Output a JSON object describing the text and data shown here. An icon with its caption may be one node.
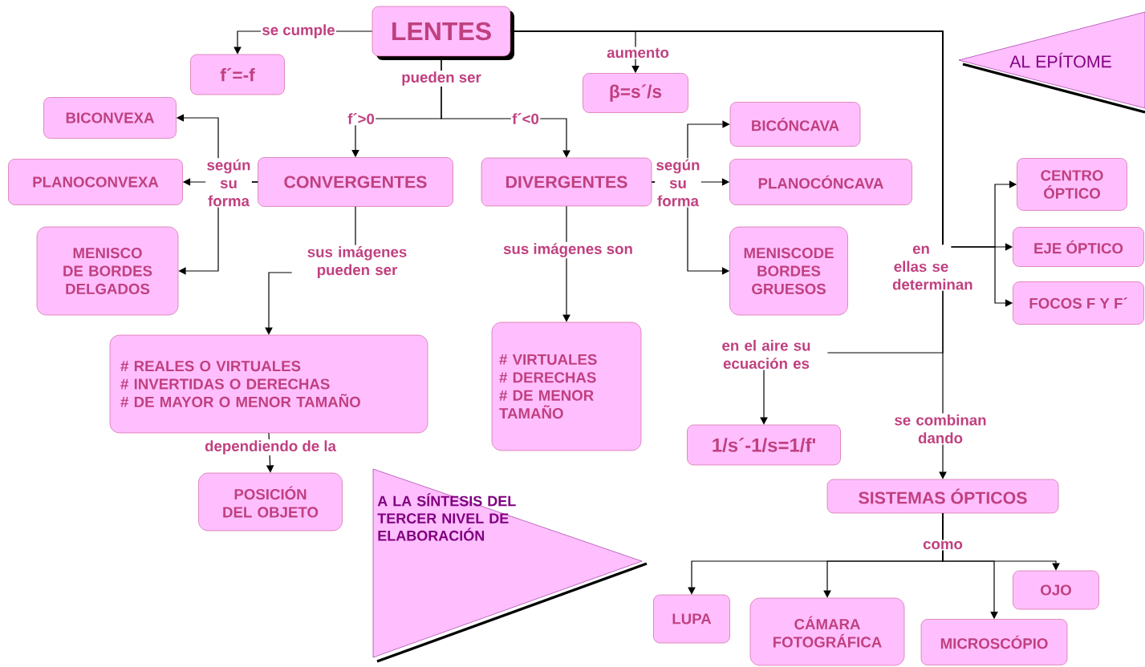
{
  "diagram": {
    "nodes": [
      {
        "text": [
          "LENTES"
        ]
      },
      {
        "text": [
          "f´=-f"
        ]
      },
      {
        "text": [
          "β=s´/s"
        ]
      },
      {
        "text": [
          "AL EPÍTOME"
        ]
      },
      {
        "text": [
          "BICONVEXA"
        ]
      },
      {
        "text": [
          "BICÓNCAVA"
        ]
      },
      {
        "text": [
          "CENTRO ÓPTICO"
        ]
      },
      {
        "text": [
          "PLANOCONVEXA"
        ]
      },
      {
        "text": [
          "CONVERGENTES"
        ]
      },
      {
        "text": [
          "DIVERGENTES"
        ]
      },
      {
        "text": [
          "PLANOCÓNCAVA"
        ]
      },
      {
        "text": [
          "EJE ÓPTICO"
        ]
      },
      {
        "text": [
          "MENISCO DE BORDES DELGADOS"
        ]
      },
      {
        "text": [
          "MENISCODE BORDES GRUESOS"
        ]
      },
      {
        "text": [
          "FOCOS F Y F´"
        ]
      },
      {
        "text": [
          "# REALES O VIRTUALES",
          "# INVERTIDAS O DERECHAS",
          "# DE MAYOR O MENOR TAMAÑO"
        ]
      },
      {
        "text": [
          "# VIRTUALES",
          "# DERECHAS",
          "# DE MENOR TAMAÑO"
        ]
      },
      {
        "text": [
          "1/s´-1/s=1/f'"
        ]
      },
      {
        "text": [
          "SISTEMAS ÓPTICOS"
        ]
      },
      {
        "text": [
          "POSICIÓN DEL OBJETO"
        ]
      },
      {
        "text": [
          "A LA SÍNTESIS DEL TERCER NIVEL DE ELABORACIÓN"
        ]
      },
      {
        "text": [
          "LUPA"
        ]
      },
      {
        "text": [
          "CÁMARA FOTOGRÁFICA"
        ]
      },
      {
        "text": [
          "OJO"
        ]
      },
      {
        "text": [
          "MICROSCÓPIO"
        ]
      }
    ],
    "edges": [
      {
        "from": 0,
        "to": 1,
        "arrow": "to",
        "label": "se cumple"
      },
      {
        "from": 0,
        "to": 2,
        "arrow": "to",
        "label": "aumento"
      },
      {
        "from": 0,
        "to": 8,
        "arrow": "to",
        "label": "f´>0"
      },
      {
        "from": 0,
        "to": 9,
        "arrow": "to",
        "label": "f´<0"
      },
      {
        "from": 8,
        "to": 4,
        "arrow": "to"
      },
      {
        "from": 8,
        "to": 7,
        "arrow": "to",
        "label": "según su forma"
      },
      {
        "from": 8,
        "to": 12,
        "arrow": "to"
      },
      {
        "from": 8,
        "to": 15,
        "arrow": "to",
        "label": "sus imágenes pueden ser"
      },
      {
        "from": 9,
        "to": 16,
        "arrow": "to",
        "label": "sus imágenes son"
      },
      {
        "from": 9,
        "to": 5,
        "arrow": "to"
      },
      {
        "from": 9,
        "to": 10,
        "arrow": "to",
        "label": "según su forma"
      },
      {
        "from": 9,
        "to": 13,
        "arrow": "to"
      },
      {
        "from": 0,
        "to": 6,
        "arrow": "to"
      },
      {
        "from": 0,
        "to": 11,
        "arrow": "to",
        "label": "en ellas se determinan"
      },
      {
        "from": 0,
        "to": 14,
        "arrow": "to"
      },
      {
        "from": 0,
        "to": 17,
        "arrow": "to",
        "label": "en el aire su ecuación es"
      },
      {
        "from": 0,
        "to": 18,
        "arrow": "to",
        "label": "se combinan dando"
      },
      {
        "from": 15,
        "to": 19,
        "arrow": "to",
        "label": "dependiendo de la"
      },
      {
        "from": 18,
        "to": 21,
        "arrow": "to",
        "label": "como"
      },
      {
        "from": 18,
        "to": 22,
        "arrow": "to"
      },
      {
        "from": 18,
        "to": 24,
        "arrow": "to"
      },
      {
        "from": 18,
        "to": 23,
        "arrow": "to"
      }
    ],
    "labels": [
      "pueden ser"
    ]
  }
}
